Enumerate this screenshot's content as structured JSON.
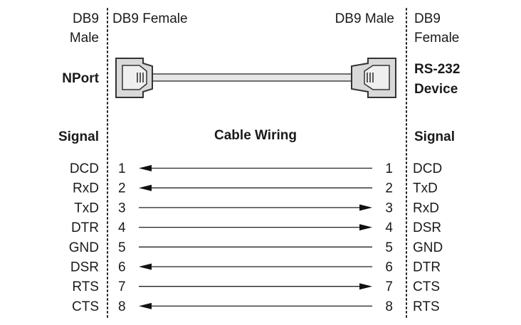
{
  "headers": {
    "left_top": [
      "DB9",
      "Male"
    ],
    "center_left": "DB9 Female",
    "center_right": "DB9 Male",
    "right_top": [
      "DB9",
      "Female"
    ],
    "left_device": "NPort",
    "right_device": [
      "RS-232",
      "Device"
    ],
    "left_signal": "Signal",
    "center_title": "Cable Wiring",
    "right_signal": "Signal"
  },
  "wiring": [
    {
      "left_signal": "DCD",
      "left_pin": "1",
      "right_pin": "1",
      "right_signal": "DCD",
      "direction": "left"
    },
    {
      "left_signal": "RxD",
      "left_pin": "2",
      "right_pin": "2",
      "right_signal": "TxD",
      "direction": "left"
    },
    {
      "left_signal": "TxD",
      "left_pin": "3",
      "right_pin": "3",
      "right_signal": "RxD",
      "direction": "right"
    },
    {
      "left_signal": "DTR",
      "left_pin": "4",
      "right_pin": "4",
      "right_signal": "DSR",
      "direction": "right"
    },
    {
      "left_signal": "GND",
      "left_pin": "5",
      "right_pin": "5",
      "right_signal": "GND",
      "direction": "none"
    },
    {
      "left_signal": "DSR",
      "left_pin": "6",
      "right_pin": "6",
      "right_signal": "DTR",
      "direction": "left"
    },
    {
      "left_signal": "RTS",
      "left_pin": "7",
      "right_pin": "7",
      "right_signal": "CTS",
      "direction": "right"
    },
    {
      "left_signal": "CTS",
      "left_pin": "8",
      "right_pin": "8",
      "right_signal": "RTS",
      "direction": "left"
    }
  ],
  "colors": {
    "line": "#222222",
    "connector_fill": "#d9d9d9"
  }
}
